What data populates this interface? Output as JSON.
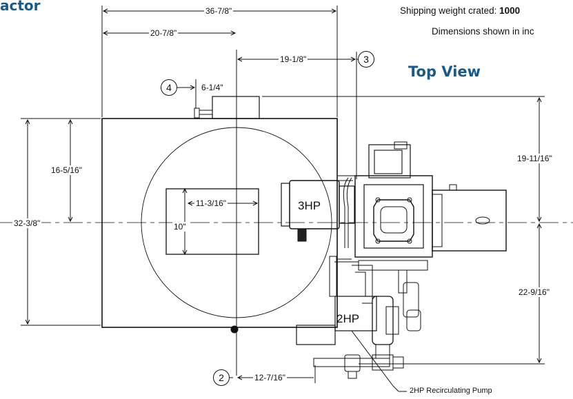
{
  "header": {
    "title_fragment": "actor",
    "view_title": "Top View",
    "shipping_label": "Shipping weight crated: ",
    "shipping_value": "1000",
    "dimensions_note": "Dimensions shown in inc"
  },
  "dimensions": {
    "overall_width": "36-7/8\"",
    "left_to_center": "20-7/8\"",
    "center_to_right": "19-1/8\"",
    "item4_offset": "6-1/4\"",
    "upper_half_right": "19-11/16\"",
    "upper_half_left": "16-5/16\"",
    "overall_depth": "32-3/8\"",
    "lower_half_right": "22-9/16\"",
    "port_width": "11-3/16\"",
    "port_height": "10\"",
    "item2_offset": "12-7/16\""
  },
  "labels": {
    "motor_3hp": "3HP",
    "motor_2hp": "2HP",
    "pump": "2HP Recirculating Pump"
  },
  "callouts": [
    "4",
    "3",
    "2"
  ]
}
